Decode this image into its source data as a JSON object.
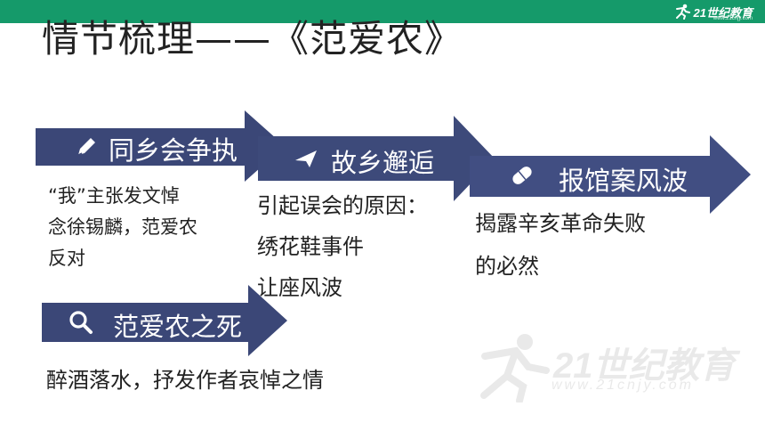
{
  "brand": {
    "logo_text": "21世纪教育",
    "logo_sub": "www.21cnjy.com",
    "watermark_text": "21世纪教育",
    "watermark_url": "www.21cnjy.com",
    "bar_color": "#159a6a"
  },
  "slide": {
    "title": "情节梳理——《范爱农》"
  },
  "steps": [
    {
      "label": "同乡会争执",
      "icon": "pen-icon",
      "desc": [
        "“我”主张发文悼",
        "念徐锡麟，范爱农",
        "反对"
      ]
    },
    {
      "label": "故乡邂逅",
      "icon": "send-icon",
      "desc": [
        "引起误会的原因：",
        "绣花鞋事件",
        "让座风波"
      ]
    },
    {
      "label": "报馆案风波",
      "icon": "capsule-icon",
      "desc": [
        "揭露辛亥革命失败",
        "的必然"
      ]
    },
    {
      "label": "范爱农之死",
      "icon": "search-icon",
      "desc": [
        "醉酒落水，抒发作者哀悼之情"
      ]
    }
  ],
  "colors": {
    "arrow_main": "#3b4777",
    "arrow_head": "#414e82",
    "text": "#222222"
  }
}
